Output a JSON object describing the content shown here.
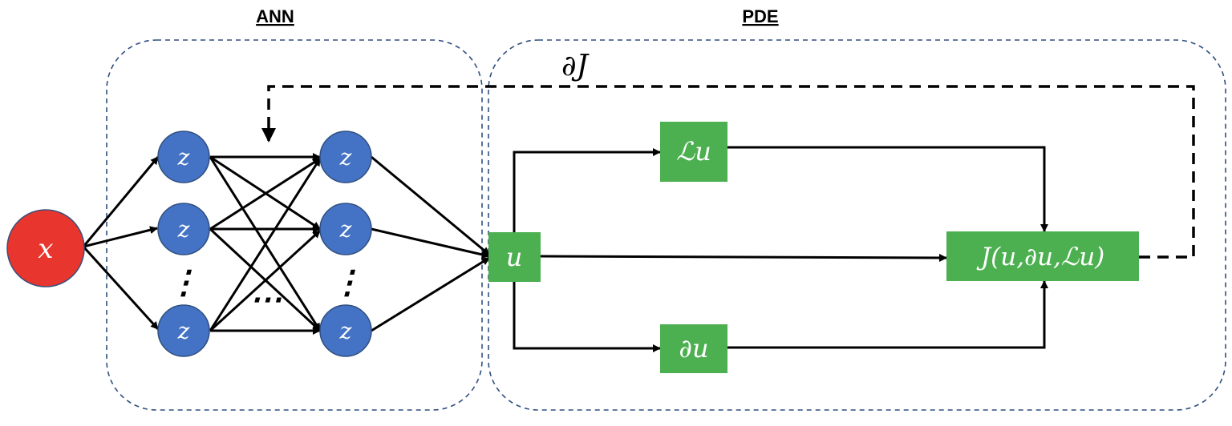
{
  "labels": {
    "ann_title": "ANN",
    "pde_title": "PDE",
    "input_node": "x",
    "hidden_node": "z",
    "output_box": "u",
    "operator_box": "ℒu",
    "derivative_box": "∂u",
    "objective_box": "J(u,∂u,ℒu)",
    "gradient_label": "∂J",
    "vertical_dots": "⋮",
    "horizontal_dots": "⋯"
  },
  "colors": {
    "input_node": "#E8362F",
    "hidden_node": "#4472C4",
    "pde_box": "#4CAF50",
    "group_border": "#2F4F7F",
    "edge": "#000000"
  }
}
